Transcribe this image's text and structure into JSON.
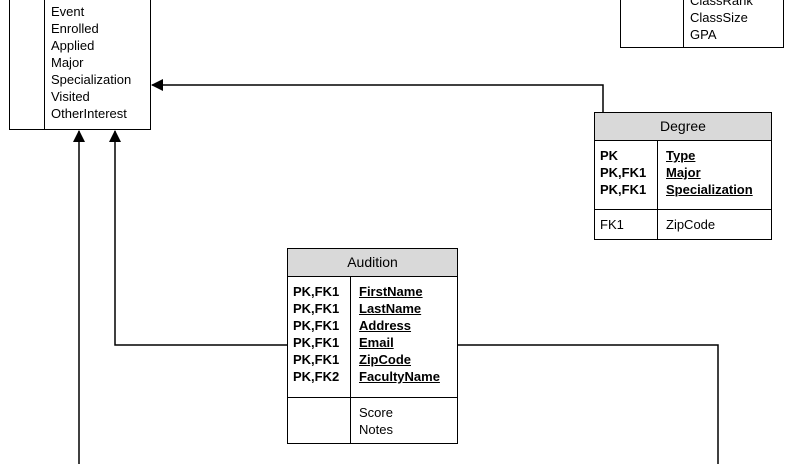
{
  "left_entity": {
    "fields": [
      "Event",
      "Enrolled",
      "Applied",
      "Major",
      "Specialization",
      "Visited",
      "OtherInterest"
    ]
  },
  "top_right_entity": {
    "fields": [
      "ClassRank",
      "ClassSize",
      "GPA"
    ]
  },
  "degree": {
    "title": "Degree",
    "pk_keys": [
      "PK",
      "PK,FK1",
      "PK,FK1"
    ],
    "pk_fields": [
      "Type",
      "Major",
      "Specialization"
    ],
    "fk_keys": [
      "FK1"
    ],
    "fk_fields": [
      "ZipCode"
    ]
  },
  "audition": {
    "title": "Audition",
    "pk_keys": [
      "PK,FK1",
      "PK,FK1",
      "PK,FK1",
      "PK,FK1",
      "PK,FK1",
      "PK,FK2"
    ],
    "pk_fields": [
      "FirstName",
      "LastName",
      "Address",
      "Email",
      "ZipCode",
      "FacultyName"
    ],
    "attr_fields": [
      "Score",
      "Notes"
    ]
  },
  "colors": {
    "header_fill": "#d9d9d9",
    "line": "#000000",
    "background": "#ffffff"
  }
}
